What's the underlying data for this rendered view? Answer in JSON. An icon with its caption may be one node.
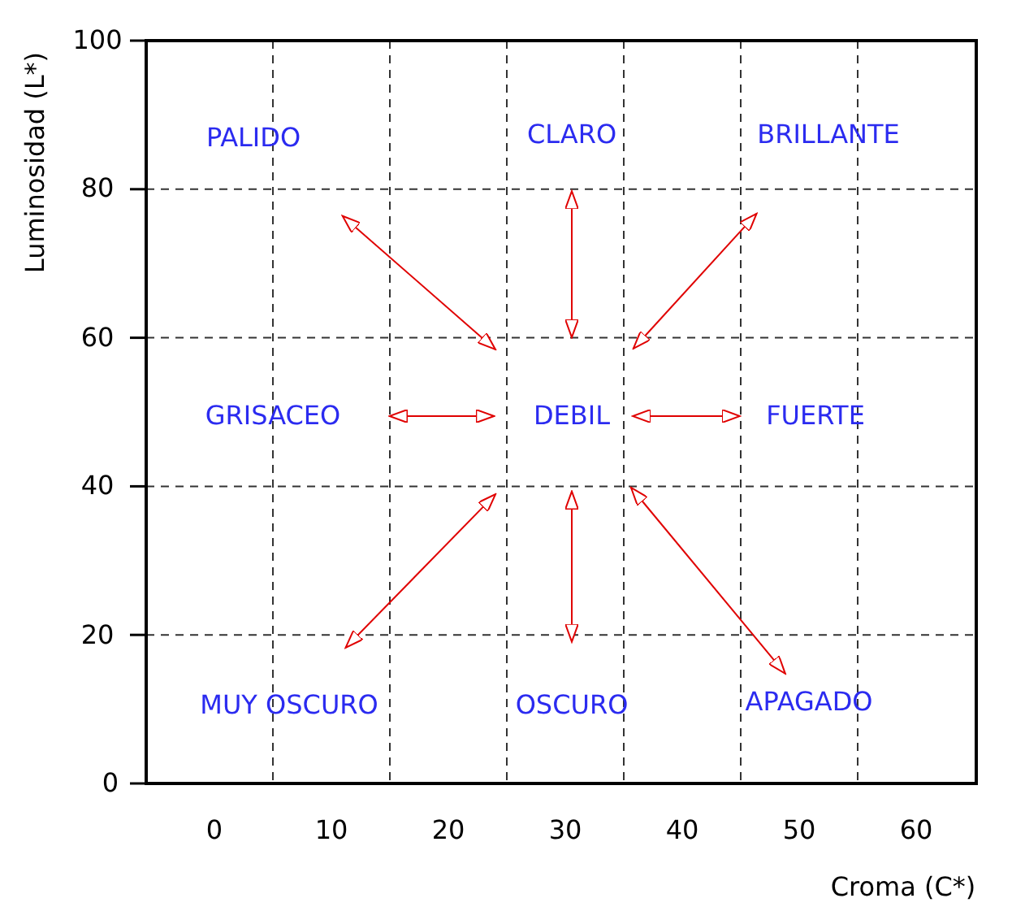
{
  "diagram": {
    "nodes": [
      {
        "text": [
          "PALIDO"
        ]
      },
      {
        "text": [
          "CLARO"
        ]
      },
      {
        "text": [
          "BRILLANTE"
        ]
      },
      {
        "text": [
          "GRISACEO"
        ]
      },
      {
        "text": [
          "DEBIL"
        ]
      },
      {
        "text": [
          "FUERTE"
        ]
      },
      {
        "text": [
          "MUY OSCURO"
        ]
      },
      {
        "text": [
          "OSCURO"
        ]
      },
      {
        "text": [
          "APAGADO"
        ]
      }
    ],
    "edges": [
      {
        "from": 4,
        "to": 0,
        "arrow": "both"
      },
      {
        "from": 4,
        "to": 1,
        "arrow": "both"
      },
      {
        "from": 4,
        "to": 2,
        "arrow": "both"
      },
      {
        "from": 4,
        "to": 3,
        "arrow": "both"
      },
      {
        "from": 4,
        "to": 5,
        "arrow": "both"
      },
      {
        "from": 4,
        "to": 6,
        "arrow": "both"
      },
      {
        "from": 4,
        "to": 7,
        "arrow": "both"
      },
      {
        "from": 4,
        "to": 8,
        "arrow": "both"
      }
    ],
    "labels": [
      "Luminosidad (L*)",
      "100",
      "80",
      "60",
      "40",
      "20",
      "0",
      "0",
      "10",
      "20",
      "30",
      "40",
      "50",
      "60",
      "Croma (C*)"
    ]
  }
}
